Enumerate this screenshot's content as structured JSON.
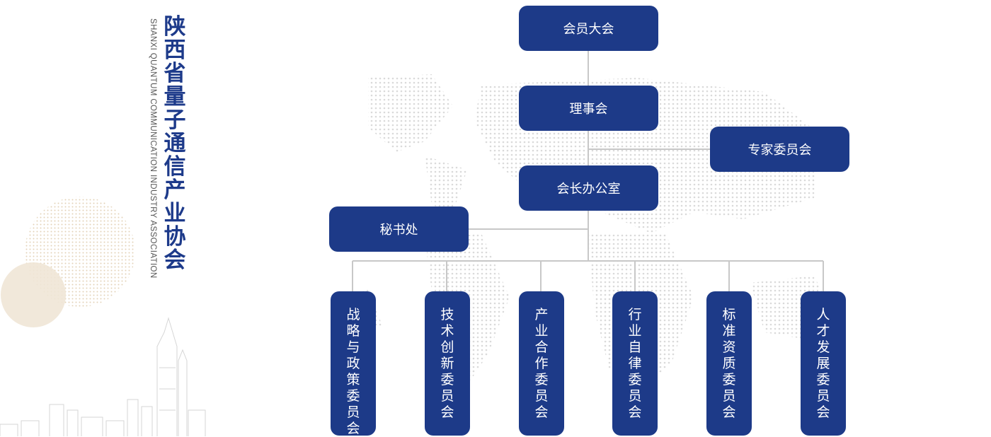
{
  "org": {
    "title_cn": "陕西省量子通信产业协会",
    "title_en": "SHANXI QUANTUM COMMUNICATION INDUSTRY ASSOCIATION",
    "members_assembly": "会员大会",
    "council": "理事会",
    "expert_committee": "专家委员会",
    "president_office": "会长办公室",
    "secretariat": "秘书处",
    "committees": [
      "战略与政策委员会",
      "技术创新委员会",
      "产业合作委员会",
      "行业自律委员会",
      "标准资质委员会",
      "人才发展委员会"
    ]
  },
  "colors": {
    "box": "#1d3a88",
    "title": "#1d3a8a",
    "connector": "#c8c8c8",
    "circle": "#e9dcc7"
  }
}
